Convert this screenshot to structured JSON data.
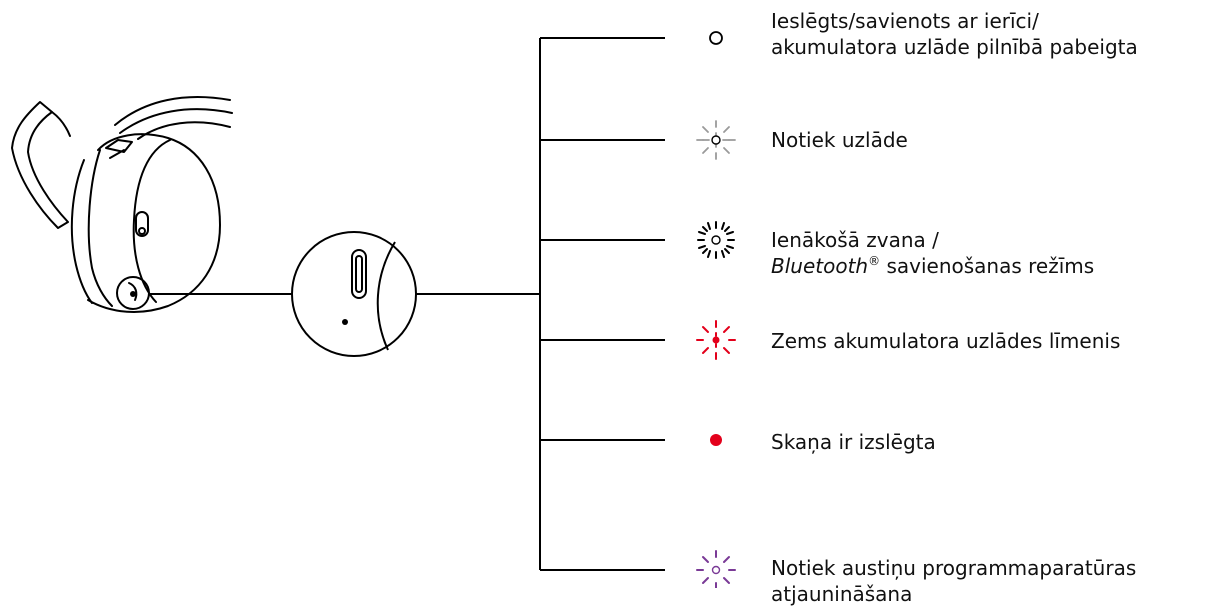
{
  "legend": {
    "items": [
      {
        "id": "on",
        "lines": [
          "Ieslēgts/savienots ar ierīci/",
          "akumulatora uzlāde pilnībā pabeigta"
        ],
        "icon": "white-ring-icon",
        "color": "#000000"
      },
      {
        "id": "charging",
        "lines": [
          "Notiek uzlāde"
        ],
        "icon": "white-pulse-icon",
        "color": "#9a9a9a"
      },
      {
        "id": "pairing",
        "lines": [
          "Ienākošā zvana /"
        ],
        "line2_italic": "Bluetooth",
        "line2_sup": "®",
        "line2_rest": " savienošanas režīms",
        "icon": "white-blink-icon",
        "color": "#000000"
      },
      {
        "id": "battery",
        "lines": [
          "Zems akumulatora uzlādes līmenis"
        ],
        "icon": "red-blink-icon",
        "color": "#e3001b"
      },
      {
        "id": "mute",
        "lines": [
          "Skaņa ir izslēgta"
        ],
        "icon": "red-dot-icon",
        "color": "#e3001b"
      },
      {
        "id": "firmware",
        "lines": [
          "Notiek austiņu programmaparatūras",
          "atjaunināšana"
        ],
        "icon": "purple-blink-icon",
        "color": "#7a3a96"
      }
    ]
  }
}
